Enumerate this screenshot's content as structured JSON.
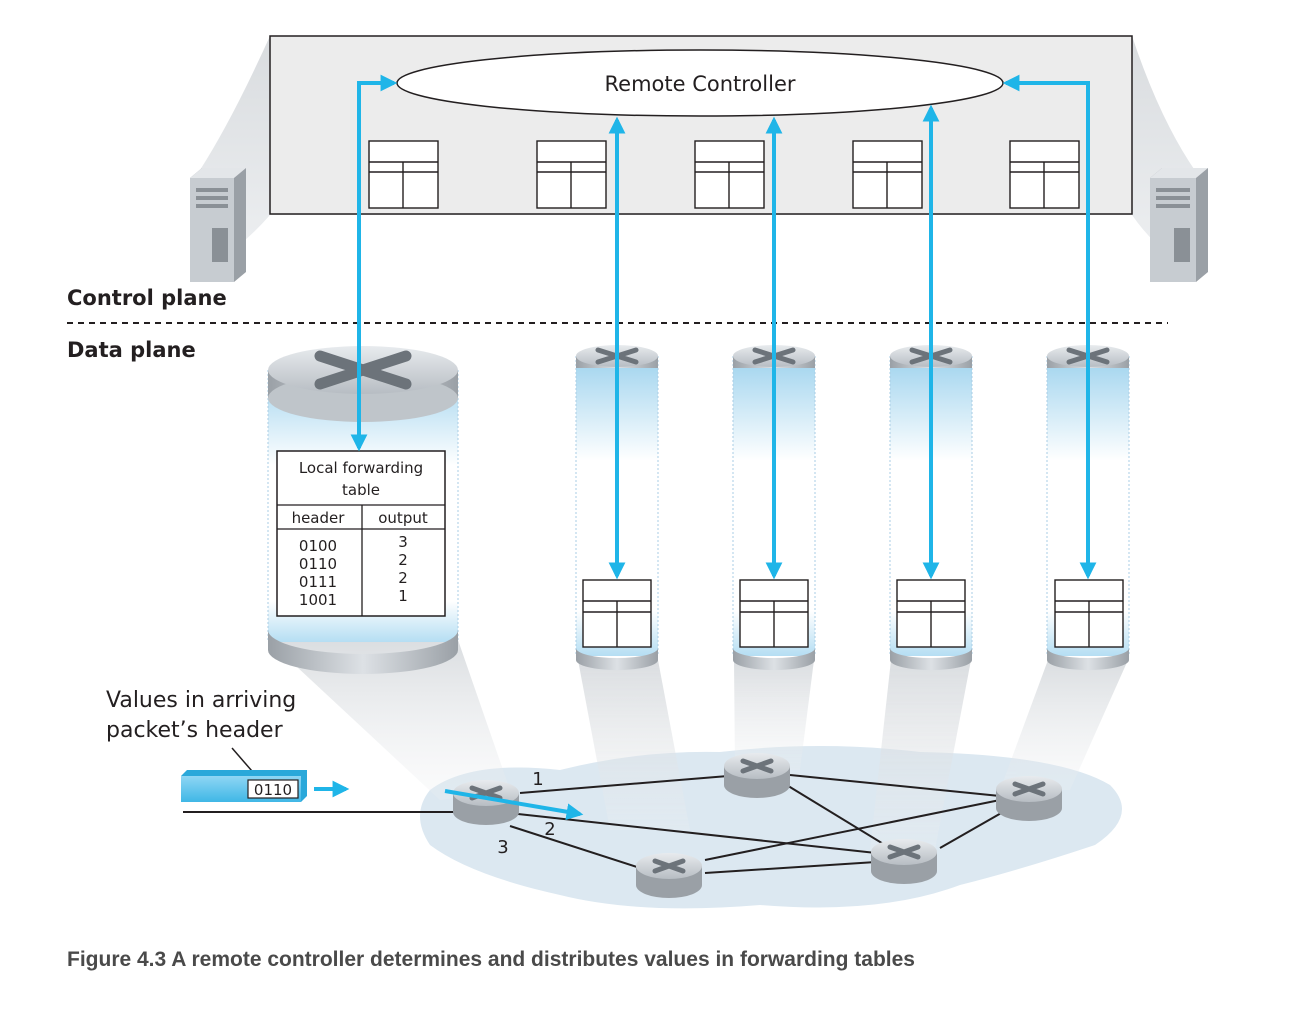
{
  "controller": {
    "label": "Remote Controller"
  },
  "planes": {
    "control": "Control plane",
    "data": "Data plane"
  },
  "forwarding_table": {
    "title_line1": "Local forwarding",
    "title_line2": "table",
    "col_header": "header",
    "col_output": "output",
    "rows": [
      {
        "header": "0100",
        "output": "3"
      },
      {
        "header": "0110",
        "output": "2"
      },
      {
        "header": "0111",
        "output": "2"
      },
      {
        "header": "1001",
        "output": "1"
      }
    ]
  },
  "packet": {
    "annotation_line1": "Values in arriving",
    "annotation_line2": "packet’s header",
    "value": "0110"
  },
  "ports": {
    "p1": "1",
    "p2": "2",
    "p3": "3"
  },
  "caption": "Figure 4.3 A remote controller determines and distributes values in forwarding tables",
  "colors": {
    "arrow": "#1fb5e8",
    "cylinder": "#c6ddee",
    "network": "#dde9f2"
  }
}
